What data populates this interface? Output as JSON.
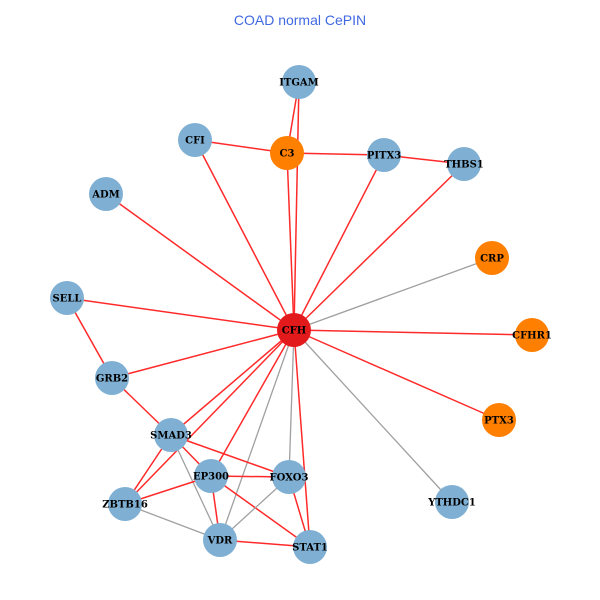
{
  "title": "COAD normal CePIN",
  "colors": {
    "gene": "#7fb0d3",
    "query": "#e31a1c",
    "related": "#ff7f00",
    "edge_red": "#ff2a2a",
    "edge_gray": "#a0a0a0"
  },
  "nodes": [
    {
      "id": "ITGAM",
      "type": "gene"
    },
    {
      "id": "CFI",
      "type": "gene"
    },
    {
      "id": "C3",
      "type": "related"
    },
    {
      "id": "PITX3",
      "type": "gene"
    },
    {
      "id": "THBS1",
      "type": "gene"
    },
    {
      "id": "ADM",
      "type": "gene"
    },
    {
      "id": "CRP",
      "type": "related"
    },
    {
      "id": "SELL",
      "type": "gene"
    },
    {
      "id": "CFH",
      "type": "query"
    },
    {
      "id": "CFHR1",
      "type": "related"
    },
    {
      "id": "GRB2",
      "type": "gene"
    },
    {
      "id": "PTX3",
      "type": "related"
    },
    {
      "id": "SMAD3",
      "type": "gene"
    },
    {
      "id": "EP300",
      "type": "gene"
    },
    {
      "id": "FOXO3",
      "type": "gene"
    },
    {
      "id": "ZBTB16",
      "type": "gene"
    },
    {
      "id": "YTHDC1",
      "type": "gene"
    },
    {
      "id": "VDR",
      "type": "gene"
    },
    {
      "id": "STAT1",
      "type": "gene"
    }
  ],
  "edges": [
    [
      "ITGAM",
      "C3",
      "red"
    ],
    [
      "ITGAM",
      "CFH",
      "red"
    ],
    [
      "CFI",
      "C3",
      "red"
    ],
    [
      "C3",
      "PITX3",
      "red"
    ],
    [
      "PITX3",
      "THBS1",
      "red"
    ],
    [
      "CFI",
      "CFH",
      "red"
    ],
    [
      "C3",
      "CFH",
      "red"
    ],
    [
      "PITX3",
      "CFH",
      "red"
    ],
    [
      "THBS1",
      "CFH",
      "red"
    ],
    [
      "ADM",
      "CFH",
      "red"
    ],
    [
      "CRP",
      "CFH",
      "gray"
    ],
    [
      "SELL",
      "CFH",
      "red"
    ],
    [
      "CFHR1",
      "CFH",
      "red"
    ],
    [
      "GRB2",
      "CFH",
      "red"
    ],
    [
      "PTX3",
      "CFH",
      "red"
    ],
    [
      "YTHDC1",
      "CFH",
      "gray"
    ],
    [
      "SELL",
      "GRB2",
      "red"
    ],
    [
      "GRB2",
      "SMAD3",
      "red"
    ],
    [
      "SMAD3",
      "CFH",
      "red"
    ],
    [
      "EP300",
      "CFH",
      "red"
    ],
    [
      "ZBTB16",
      "CFH",
      "red"
    ],
    [
      "VDR",
      "CFH",
      "gray"
    ],
    [
      "FOXO3",
      "CFH",
      "gray"
    ],
    [
      "STAT1",
      "CFH",
      "red"
    ],
    [
      "SMAD3",
      "EP300",
      "red"
    ],
    [
      "SMAD3",
      "FOXO3",
      "red"
    ],
    [
      "SMAD3",
      "ZBTB16",
      "red"
    ],
    [
      "SMAD3",
      "VDR",
      "gray"
    ],
    [
      "EP300",
      "FOXO3",
      "red"
    ],
    [
      "EP300",
      "ZBTB16",
      "red"
    ],
    [
      "EP300",
      "VDR",
      "red"
    ],
    [
      "EP300",
      "STAT1",
      "red"
    ],
    [
      "FOXO3",
      "VDR",
      "gray"
    ],
    [
      "FOXO3",
      "STAT1",
      "red"
    ],
    [
      "ZBTB16",
      "VDR",
      "gray"
    ],
    [
      "VDR",
      "STAT1",
      "red"
    ]
  ]
}
